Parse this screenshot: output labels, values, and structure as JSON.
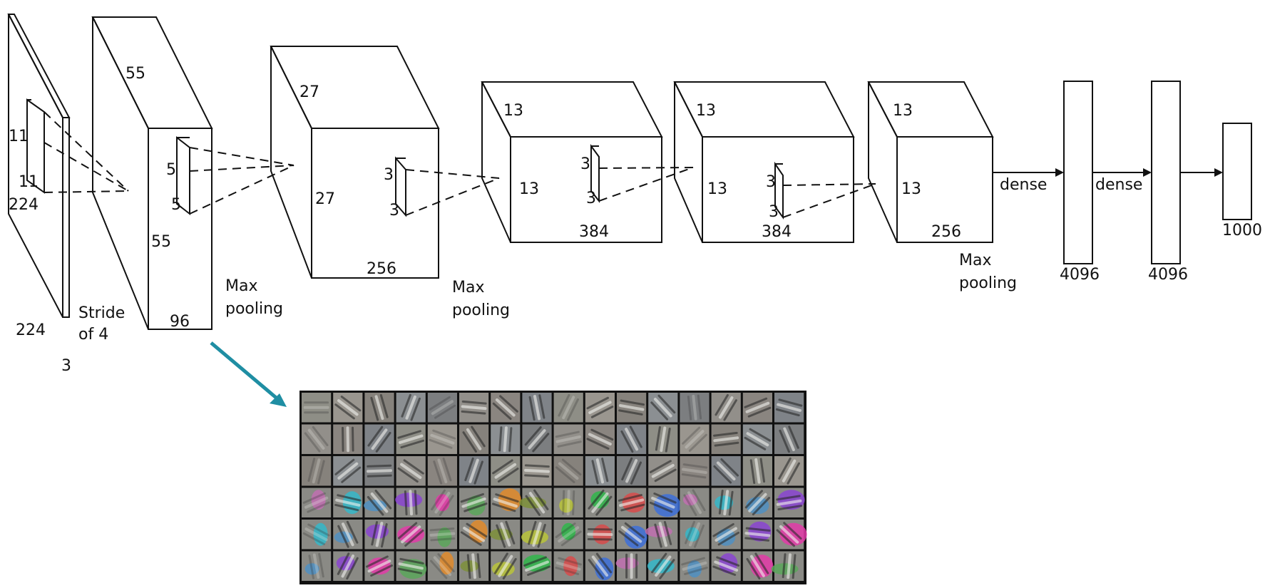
{
  "input_layer": {
    "height": "224",
    "width": "224",
    "depth": "3",
    "kernel_h": "11",
    "kernel_w": "11"
  },
  "stride_label": [
    "Stride",
    "of 4"
  ],
  "conv1": {
    "top": "55",
    "side": "55",
    "depth": "96",
    "kernel_h": "5",
    "kernel_w": "5"
  },
  "pool1_label": [
    "Max",
    "pooling"
  ],
  "conv2": {
    "top": "27",
    "side": "27",
    "depth": "256",
    "kernel_h": "3",
    "kernel_w": "3"
  },
  "pool2_label": [
    "Max",
    "pooling"
  ],
  "conv3": {
    "top": "13",
    "side": "13",
    "depth": "384",
    "kernel_h": "3",
    "kernel_w": "3"
  },
  "conv4": {
    "top": "13",
    "side": "13",
    "depth": "384",
    "kernel_h": "3",
    "kernel_w": "3"
  },
  "conv5": {
    "top": "13",
    "side": "13",
    "depth": "256"
  },
  "pool3_label": [
    "Max",
    "pooling"
  ],
  "dense_labels": [
    "dense",
    "dense"
  ],
  "fc_sizes": [
    "4096",
    "4096",
    "1000"
  ],
  "filter_grid": {
    "rows": 6,
    "cols": 16,
    "gray_colors": [
      "#8e8e86",
      "#7f8388",
      "#8a8580",
      "#928f8a",
      "#7c7e80",
      "#8b8f92",
      "#86827c",
      "#9a968f"
    ],
    "color_colors": [
      "#2fb64a",
      "#e33aa8",
      "#3c6fd9",
      "#e0892a",
      "#34b7c9",
      "#b9c33a",
      "#8a44d1",
      "#d84a4a",
      "#5aa65a",
      "#c06fb0",
      "#7d8f3a",
      "#4f8fc2"
    ]
  },
  "colors": {
    "arrow": "#1f8ea3",
    "line": "#111111"
  }
}
